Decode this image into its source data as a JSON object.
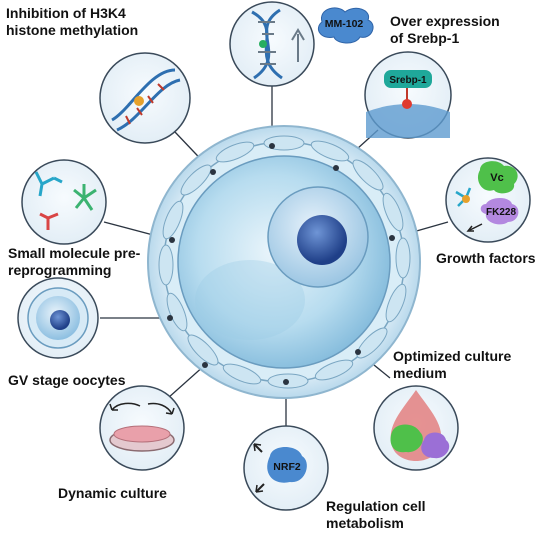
{
  "labels": {
    "h3k4": [
      "Inhibition of H3K4",
      "histone methylation"
    ],
    "srebp": [
      "Over expression",
      "of Srebp-1"
    ],
    "small_molecule": [
      "Small molecule pre-",
      "reprogramming"
    ],
    "growth": "Growth factors",
    "gv": "GV stage oocytes",
    "medium": [
      "Optimized culture",
      "medium"
    ],
    "dynamic": "Dynamic culture",
    "metabolism": [
      "Regulation cell",
      "metabolism"
    ]
  },
  "inner": {
    "mm102": "MM-102",
    "srebp1": "Srebp-1",
    "vc": "Vc",
    "fk228": "FK228",
    "nrf2": "NRF2"
  },
  "colors": {
    "cell_outer": "#cfe6f3",
    "cell_inner": "#a9d4ec",
    "nucleus": "#2e5aa6",
    "ring_stroke": "#3a4a5a",
    "connector": "#2b3440"
  }
}
